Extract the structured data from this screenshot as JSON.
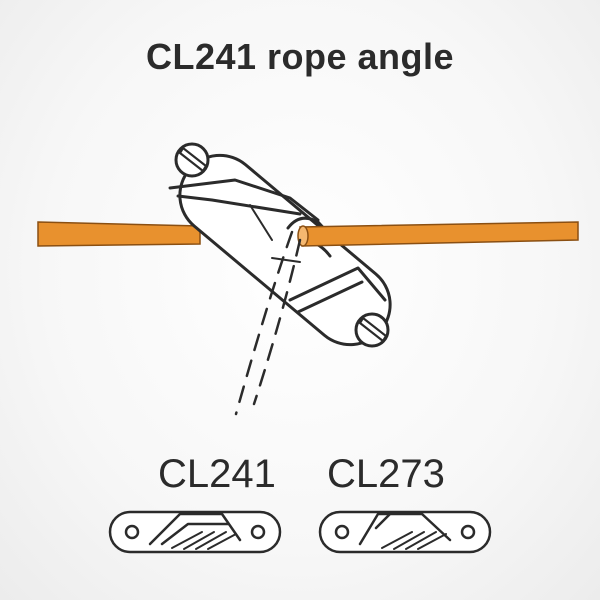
{
  "title": "CL241 rope angle",
  "models": [
    {
      "label": "CL241"
    },
    {
      "label": "CL273"
    }
  ],
  "colors": {
    "rope": "#e8912e",
    "rope_edge": "#8a4f12",
    "outline": "#2b2b2b",
    "part_fill": "#ffffff",
    "background": "#f5f5f5"
  },
  "icons": [
    "cleat-diagram",
    "rope",
    "screw",
    "cleat-small-icon"
  ]
}
